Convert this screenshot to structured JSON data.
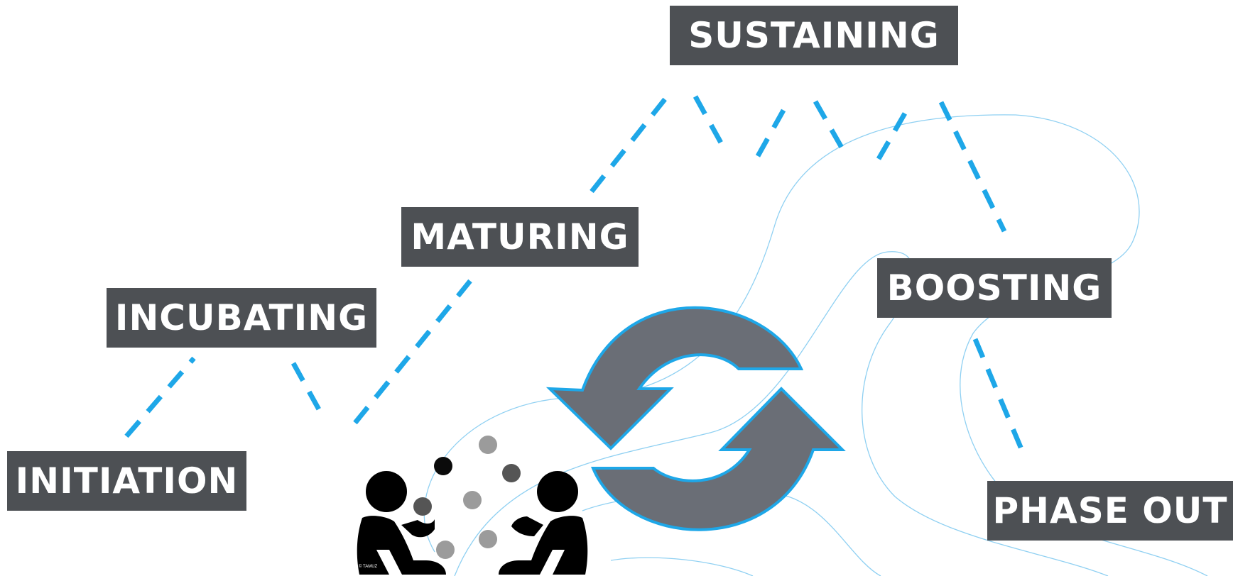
{
  "stages": {
    "initiation": "INITIATION",
    "incubating": "INCUBATING",
    "maturing": "MATURING",
    "sustaining": "SUSTAINING",
    "boosting": "BOOSTING",
    "phase_out": "PHASE OUT"
  },
  "credit": "© TAMUZ",
  "colors": {
    "label_background": "#4d5054",
    "label_text": "#ffffff",
    "dashed_path": "#1ea7e8",
    "thin_curves": "#8fd0f2",
    "cycle_arrows_fill": "#6a6e76",
    "cycle_arrows_stroke": "#1ea7e8",
    "people": "#000000",
    "dots_dark": "#0b0b0b",
    "dots_mid": "#555555",
    "dots_light": "#9b9b9b"
  },
  "icons": [
    "cycle-arrows-icon",
    "two-people-icon",
    "idea-dots-icon"
  ]
}
